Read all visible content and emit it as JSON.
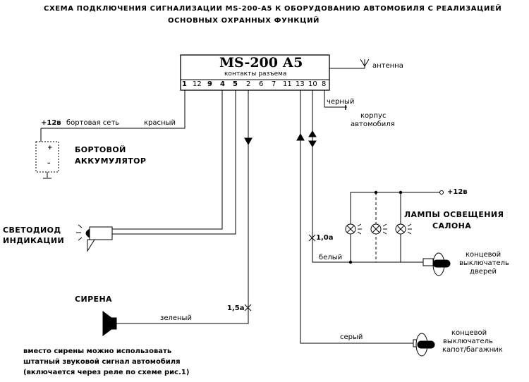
{
  "title": {
    "line1": "СХЕМА ПОДКЛЮЧЕНИЯ СИГНАЛИЗАЦИИ  MS-200-А5  К ОБОРУДОВАНИЮ АВТОМОБИЛЯ  С РЕАЛИЗАЦИЕЙ",
    "line2": "ОСНОВНЫХ  ОХРАННЫХ  ФУНКЦИЙ"
  },
  "unit": {
    "model": "MS-200 А5",
    "connector_label": "контакты разъема",
    "pins": [
      "1",
      "12",
      "9",
      "4",
      "5",
      "2",
      "6",
      "7",
      "11",
      "13",
      "10",
      "8"
    ]
  },
  "antenna": {
    "label": "антенна"
  },
  "ground": {
    "wire": "черный",
    "label_line1": "корпус",
    "label_line2": "автомобиля"
  },
  "power": {
    "voltage": "+12в",
    "label": "бортовая сеть",
    "wire": "красный"
  },
  "battery": {
    "line1": "БОРТОВОЙ",
    "line2": "АККУМУЛЯТОР",
    "plus": "+",
    "minus": "–"
  },
  "led": {
    "line1": "СВЕТОДИОД",
    "line2": "ИНДИКАЦИИ"
  },
  "siren": {
    "label": "СИРЕНА",
    "wire": "зеленый",
    "current": "1,5а"
  },
  "note": {
    "line1": "вместо сирены можно использовать",
    "line2": "штатный звуковой сигнал автомобиля",
    "line3": "(включается через реле по схеме рис.1)"
  },
  "lamps": {
    "line1": "ЛАМПЫ  ОСВЕЩЕНИЯ",
    "line2": "САЛОНА",
    "supply": "+12в",
    "current": "1,0а"
  },
  "door_switch": {
    "wire": "белый",
    "line1": "концевой",
    "line2": "выключатель",
    "line3": "дверей"
  },
  "hood_switch": {
    "wire": "серый",
    "line1": "концевой",
    "line2": "выключатель",
    "line3": "капот/багажник"
  }
}
